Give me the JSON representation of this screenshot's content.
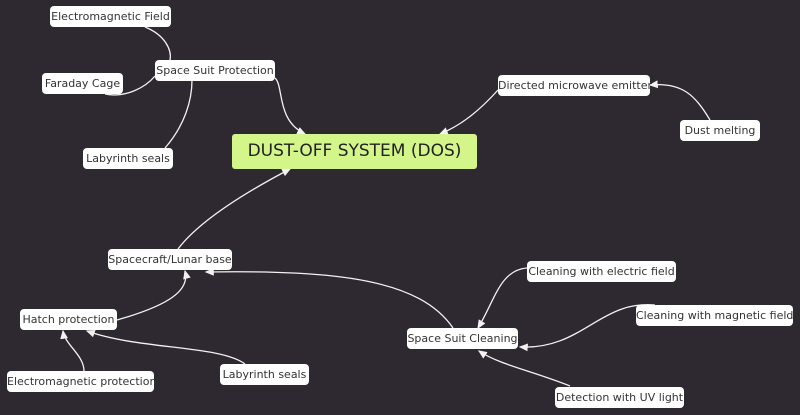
{
  "diagram": {
    "root": "DUST-OFF SYSTEM (DOS)",
    "nodes": {
      "electromagnetic_field": "Electromagnetic Field",
      "space_suit_protection": "Space Suit Protection",
      "faraday_cage": "Faraday Cage",
      "labyrinth_seals_top": "Labyrinth seals",
      "directed_microwave_emitter": "Directed microwave emitter",
      "dust_melting": "Dust melting",
      "spacecraft_lunar_base": "Spacecraft/Lunar base",
      "hatch_protection": "Hatch protection",
      "electromagnetic_protection": "Electromagnetic protection",
      "labyrinth_seals_bottom": "Labyrinth seals",
      "space_suit_cleaning": "Space Suit Cleaning",
      "cleaning_electric_field": "Cleaning with electric field",
      "cleaning_magnetic_field": "Cleaning with magnetic field",
      "detection_uv_light": "Detection with UV light"
    },
    "colors": {
      "background": "#2e2830",
      "root": "#d4f58a",
      "node": "#ffffff",
      "edge": "#f2f2f2"
    }
  }
}
